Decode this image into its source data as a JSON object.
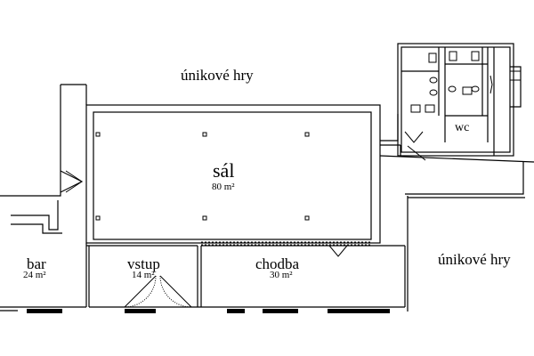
{
  "plan": {
    "labels": {
      "escape_top": "únikové hry",
      "escape_right": "únikové hry",
      "wc": "wc"
    },
    "rooms": {
      "sal": {
        "name": "sál",
        "area": "80 m²"
      },
      "bar": {
        "name": "bar",
        "area": "24 m²"
      },
      "vstup": {
        "name": "vstup",
        "area": "14 m²"
      },
      "chodba": {
        "name": "chodba",
        "area": "30 m²"
      }
    }
  }
}
